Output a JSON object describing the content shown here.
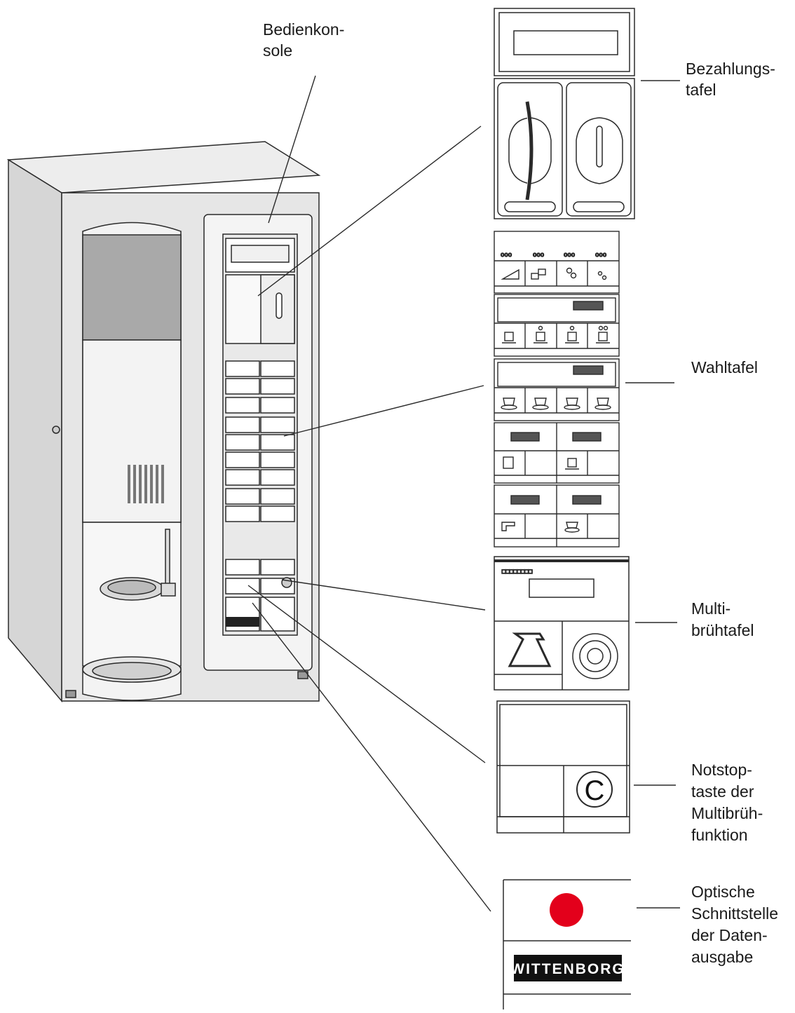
{
  "labels": {
    "bedienkonsole": [
      "Bedienkon-",
      "sole"
    ],
    "bezahlungstafel": [
      "Bezahlungs-",
      "tafel"
    ],
    "wahltafel": [
      "Wahltafel"
    ],
    "multibruehtafel": [
      "Multi-",
      "brühtafel"
    ],
    "notstoptaste": [
      "Notstop-",
      "taste der",
      "Multibrüh-",
      "funktion"
    ],
    "optische_schnittstelle": [
      "Optische",
      "Schnittstelle",
      "der Daten-",
      "ausgabe"
    ]
  },
  "brand": "WITTENBORG",
  "buttons": {
    "cancel_symbol": "C"
  },
  "colors": {
    "line": "#2a2a2a",
    "machine_body": "#e4e4e4",
    "canister_dark": "#a9a9a9",
    "optical_interface": "#e3001b"
  },
  "icons": [
    "ramp-icon",
    "cups-icon",
    "sugar-icon",
    "milk-drops-icon",
    "cup-icon",
    "cup-with-sugar-icon",
    "cup-with-milk-icon",
    "cup-with-sugar-milk-icon",
    "saucer-cup-icon",
    "mug-icon",
    "water-tap-icon",
    "jug-icon",
    "knob-icon"
  ]
}
